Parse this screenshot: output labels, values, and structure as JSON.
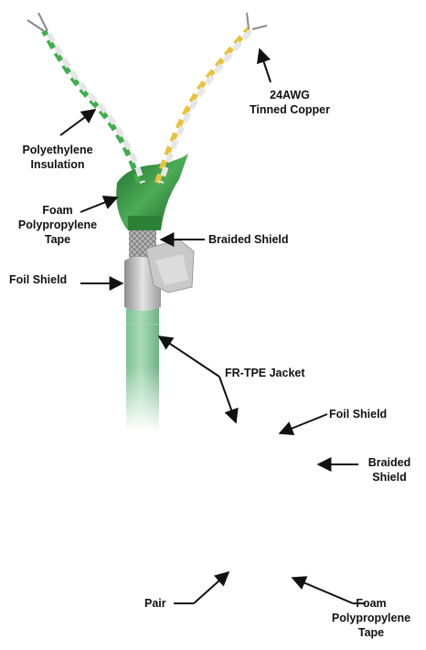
{
  "labels": {
    "conductor": [
      "24AWG",
      "Tinned Copper"
    ],
    "insulation": [
      "Polyethylene",
      "Insulation"
    ],
    "foam_tape_top": [
      "Foam",
      "Polypropylene",
      "Tape"
    ],
    "braided_shield_top": "Braided Shield",
    "foil_shield_top": "Foil Shield",
    "jacket": "FR-TPE Jacket",
    "foil_shield_bottom": "Foil Shield",
    "braided_shield_bottom": [
      "Braided",
      "Shield"
    ],
    "pair": "Pair",
    "foam_tape_bottom": [
      "Foam",
      "Polypropylene",
      "Tape"
    ]
  },
  "colors": {
    "jacket_green": "#8fcba3",
    "pair_green": "#3fae4a",
    "pair_white": "#e6e6e6",
    "pair_yellow": "#e9c23a",
    "foil_silver": "#b9b9b9",
    "braid_gray": "#9a9a9a",
    "foam_green": "#2f8a3c",
    "label_text": "#111111"
  }
}
